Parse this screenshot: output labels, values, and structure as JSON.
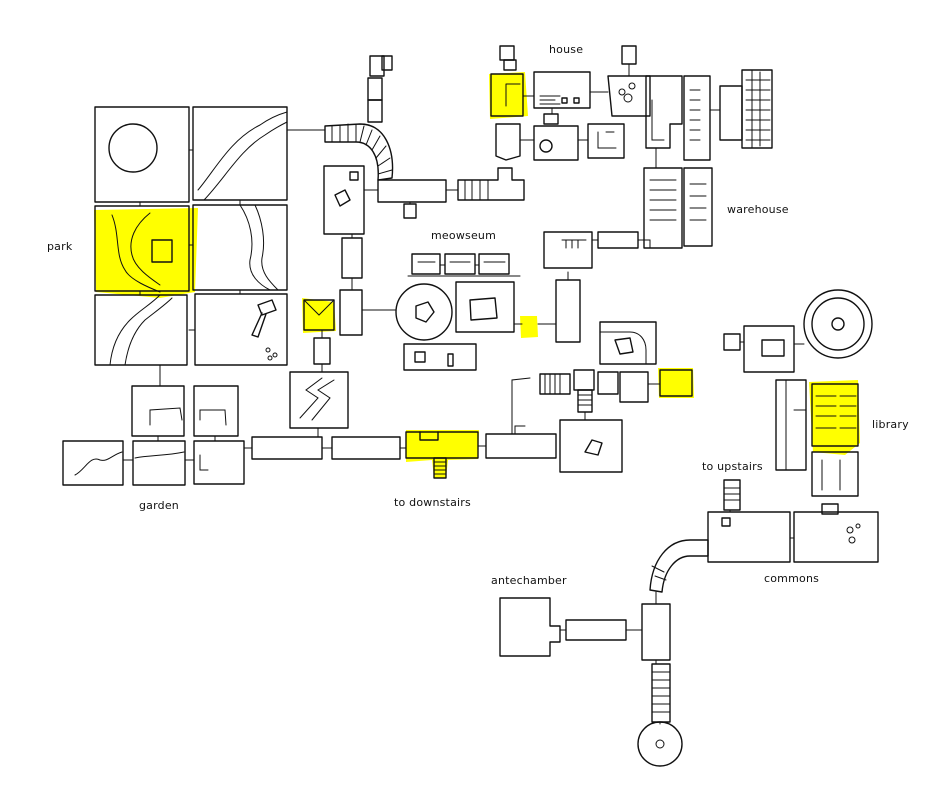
{
  "map": {
    "highlight_color": "#ffff00",
    "ink_color": "#111111",
    "labels": {
      "house": "house",
      "park": "park",
      "meowseum": "meowseum",
      "warehouse": "warehouse",
      "library": "library",
      "to_upstairs": "to upstairs",
      "garden": "garden",
      "to_downstairs": "to downstairs",
      "antechamber": "antechamber",
      "commons": "commons"
    }
  }
}
